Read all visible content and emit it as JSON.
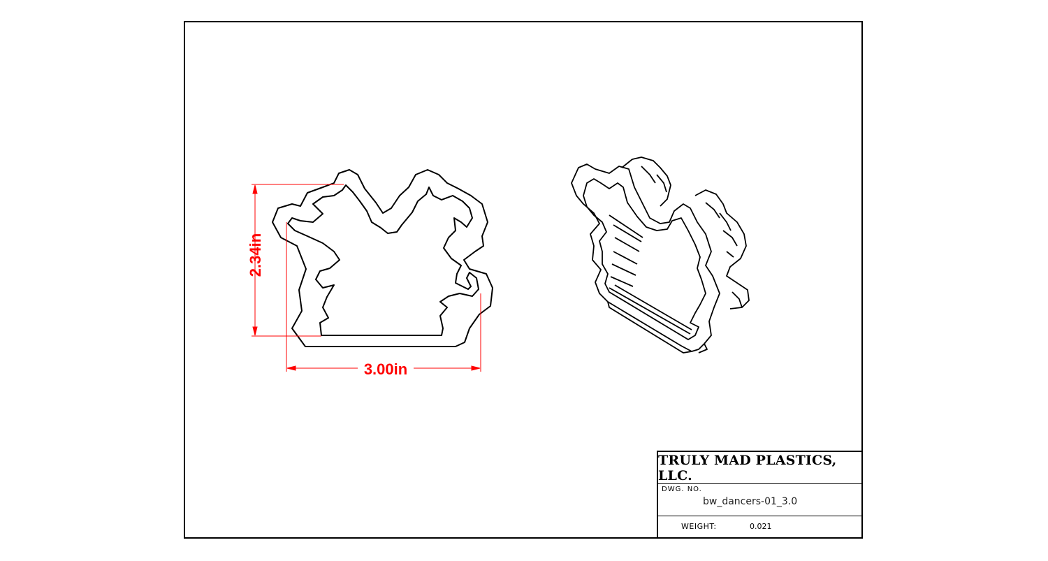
{
  "dimensions": {
    "height_label": "2.34in",
    "width_label": "3.00in"
  },
  "title_block": {
    "company": "TRULY MAD PLASTICS, LLC.",
    "dwg_no_label": "DWG. NO.",
    "dwg_no_value": "bw_dancers-01_3.0",
    "weight_label": "WEIGHT:",
    "weight_value": "0.021"
  },
  "colors": {
    "dimension": "#ff0000",
    "outline": "#000000",
    "background": "#ffffff"
  }
}
